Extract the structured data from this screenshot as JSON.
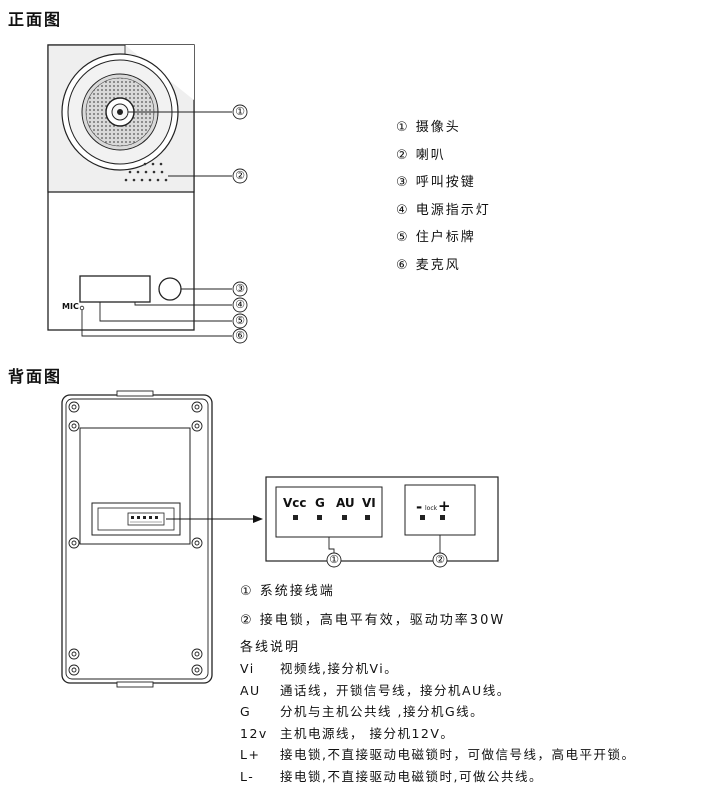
{
  "front": {
    "heading": "正面图",
    "callouts": [
      "①",
      "②",
      "③",
      "④",
      "⑤",
      "⑥"
    ],
    "mic_label": "MIC",
    "legend": [
      {
        "num": "①",
        "text": "摄像头"
      },
      {
        "num": "②",
        "text": "喇叭"
      },
      {
        "num": "③",
        "text": "呼叫按键"
      },
      {
        "num": "④",
        "text": "电源指示灯"
      },
      {
        "num": "⑤",
        "text": "住户标牌"
      },
      {
        "num": "⑥",
        "text": "麦克风"
      }
    ]
  },
  "back": {
    "heading": "背面图",
    "terminals": [
      "Vcc",
      "G",
      "AU",
      "VI"
    ],
    "lock_label": "lock",
    "lock_minus": "-",
    "lock_plus": "+",
    "callouts": [
      "①",
      "②"
    ],
    "legend": [
      {
        "num": "①",
        "text": "系统接线端"
      },
      {
        "num": "②",
        "text": "接电锁，高电平有效，驱动功率30W"
      }
    ],
    "notes_title": "各线说明",
    "notes": [
      {
        "term": "Vi",
        "text": "视频线,接分机Vi。"
      },
      {
        "term": "AU",
        "text": "通话线，开锁信号线，接分机AU线。"
      },
      {
        "term": "G",
        "text": "分机与主机公共线 ,接分机G线。"
      },
      {
        "term": "12v",
        "text": "主机电源线，  接分机12V。"
      },
      {
        "term": "L+",
        "text": "接电锁,不直接驱动电磁锁时，可做信号线，高电平开锁。"
      },
      {
        "term": "L-",
        "text": "接电锁,不直接驱动电磁锁时,可做公共线。"
      }
    ]
  }
}
